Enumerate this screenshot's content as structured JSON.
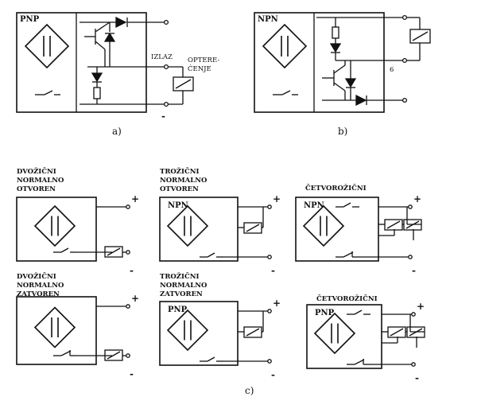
{
  "diagram_a": {
    "type_label": "PNP",
    "output_label": "IZLAZ",
    "load_label_line1": "OPTERE-",
    "load_label_line2": "ĆENJE",
    "minus_label": "-",
    "caption": "a)"
  },
  "diagram_b": {
    "type_label": "NPN",
    "terminal_label": "6",
    "caption": "b)"
  },
  "diagram_c": {
    "caption": "c)",
    "sensors": [
      {
        "title_lines": [
          "DVOŽIČNI",
          "NORMALNO",
          "OTVOREN"
        ],
        "type_label": "",
        "plus": "+",
        "minus": "-"
      },
      {
        "title_lines": [
          "TROŽIČNI",
          "NORMALNO",
          "OTVOREN"
        ],
        "type_label": "NPN",
        "plus": "+",
        "minus": "-"
      },
      {
        "title_lines": [
          "ČETVOROŽIČNI"
        ],
        "type_label": "NPN",
        "plus": "+",
        "minus": "-"
      },
      {
        "title_lines": [
          "DVOŽIČNI",
          "NORMALNO",
          "ZATVOREN"
        ],
        "type_label": "",
        "plus": "+",
        "minus": "-"
      },
      {
        "title_lines": [
          "TROŽIČNI",
          "NORMALNO",
          "ZATVOREN"
        ],
        "type_label": "PNP",
        "plus": "+",
        "minus": "-"
      },
      {
        "title_lines": [
          "ČETVOROŽIČNI"
        ],
        "type_label": "PNP",
        "plus": "+",
        "minus": "-"
      }
    ]
  }
}
